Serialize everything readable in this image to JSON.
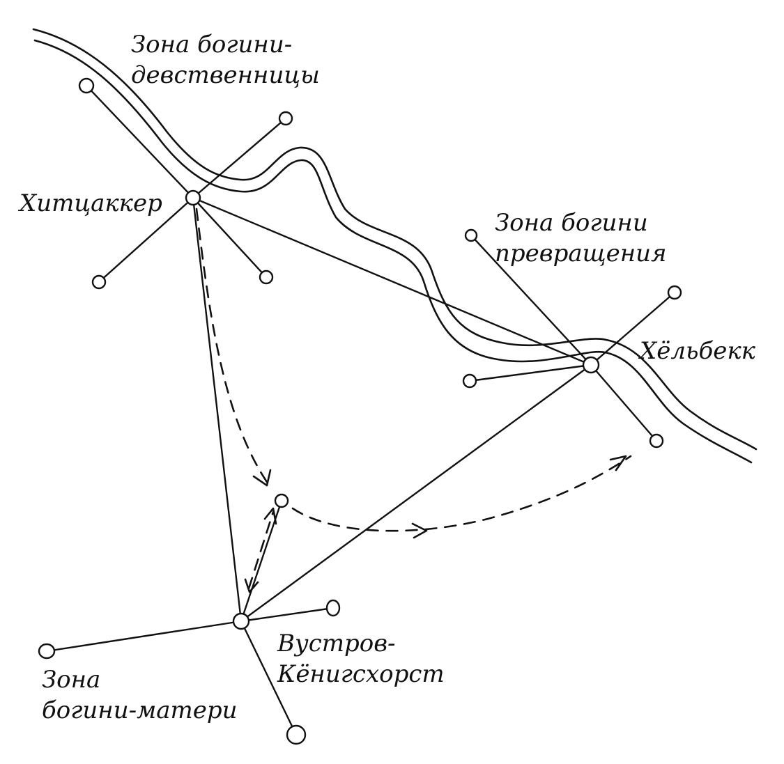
{
  "diagram": {
    "labels": {
      "zone_virgin_line1": "Зона богини-",
      "zone_virgin_line2": "девственницы",
      "hitzacker": "Хитцаккер",
      "zone_transform_line1": "Зона богини",
      "zone_transform_line2": "превращения",
      "helbeck": "Хёльбекк",
      "wustrow_line1": "Вустров-",
      "wustrow_line2": "Кёнигсхорст",
      "zone_mother_line1": "Зона",
      "zone_mother_line2": "богини-матери"
    },
    "colors": {
      "ink": "#111111",
      "paper": "#ffffff"
    }
  }
}
